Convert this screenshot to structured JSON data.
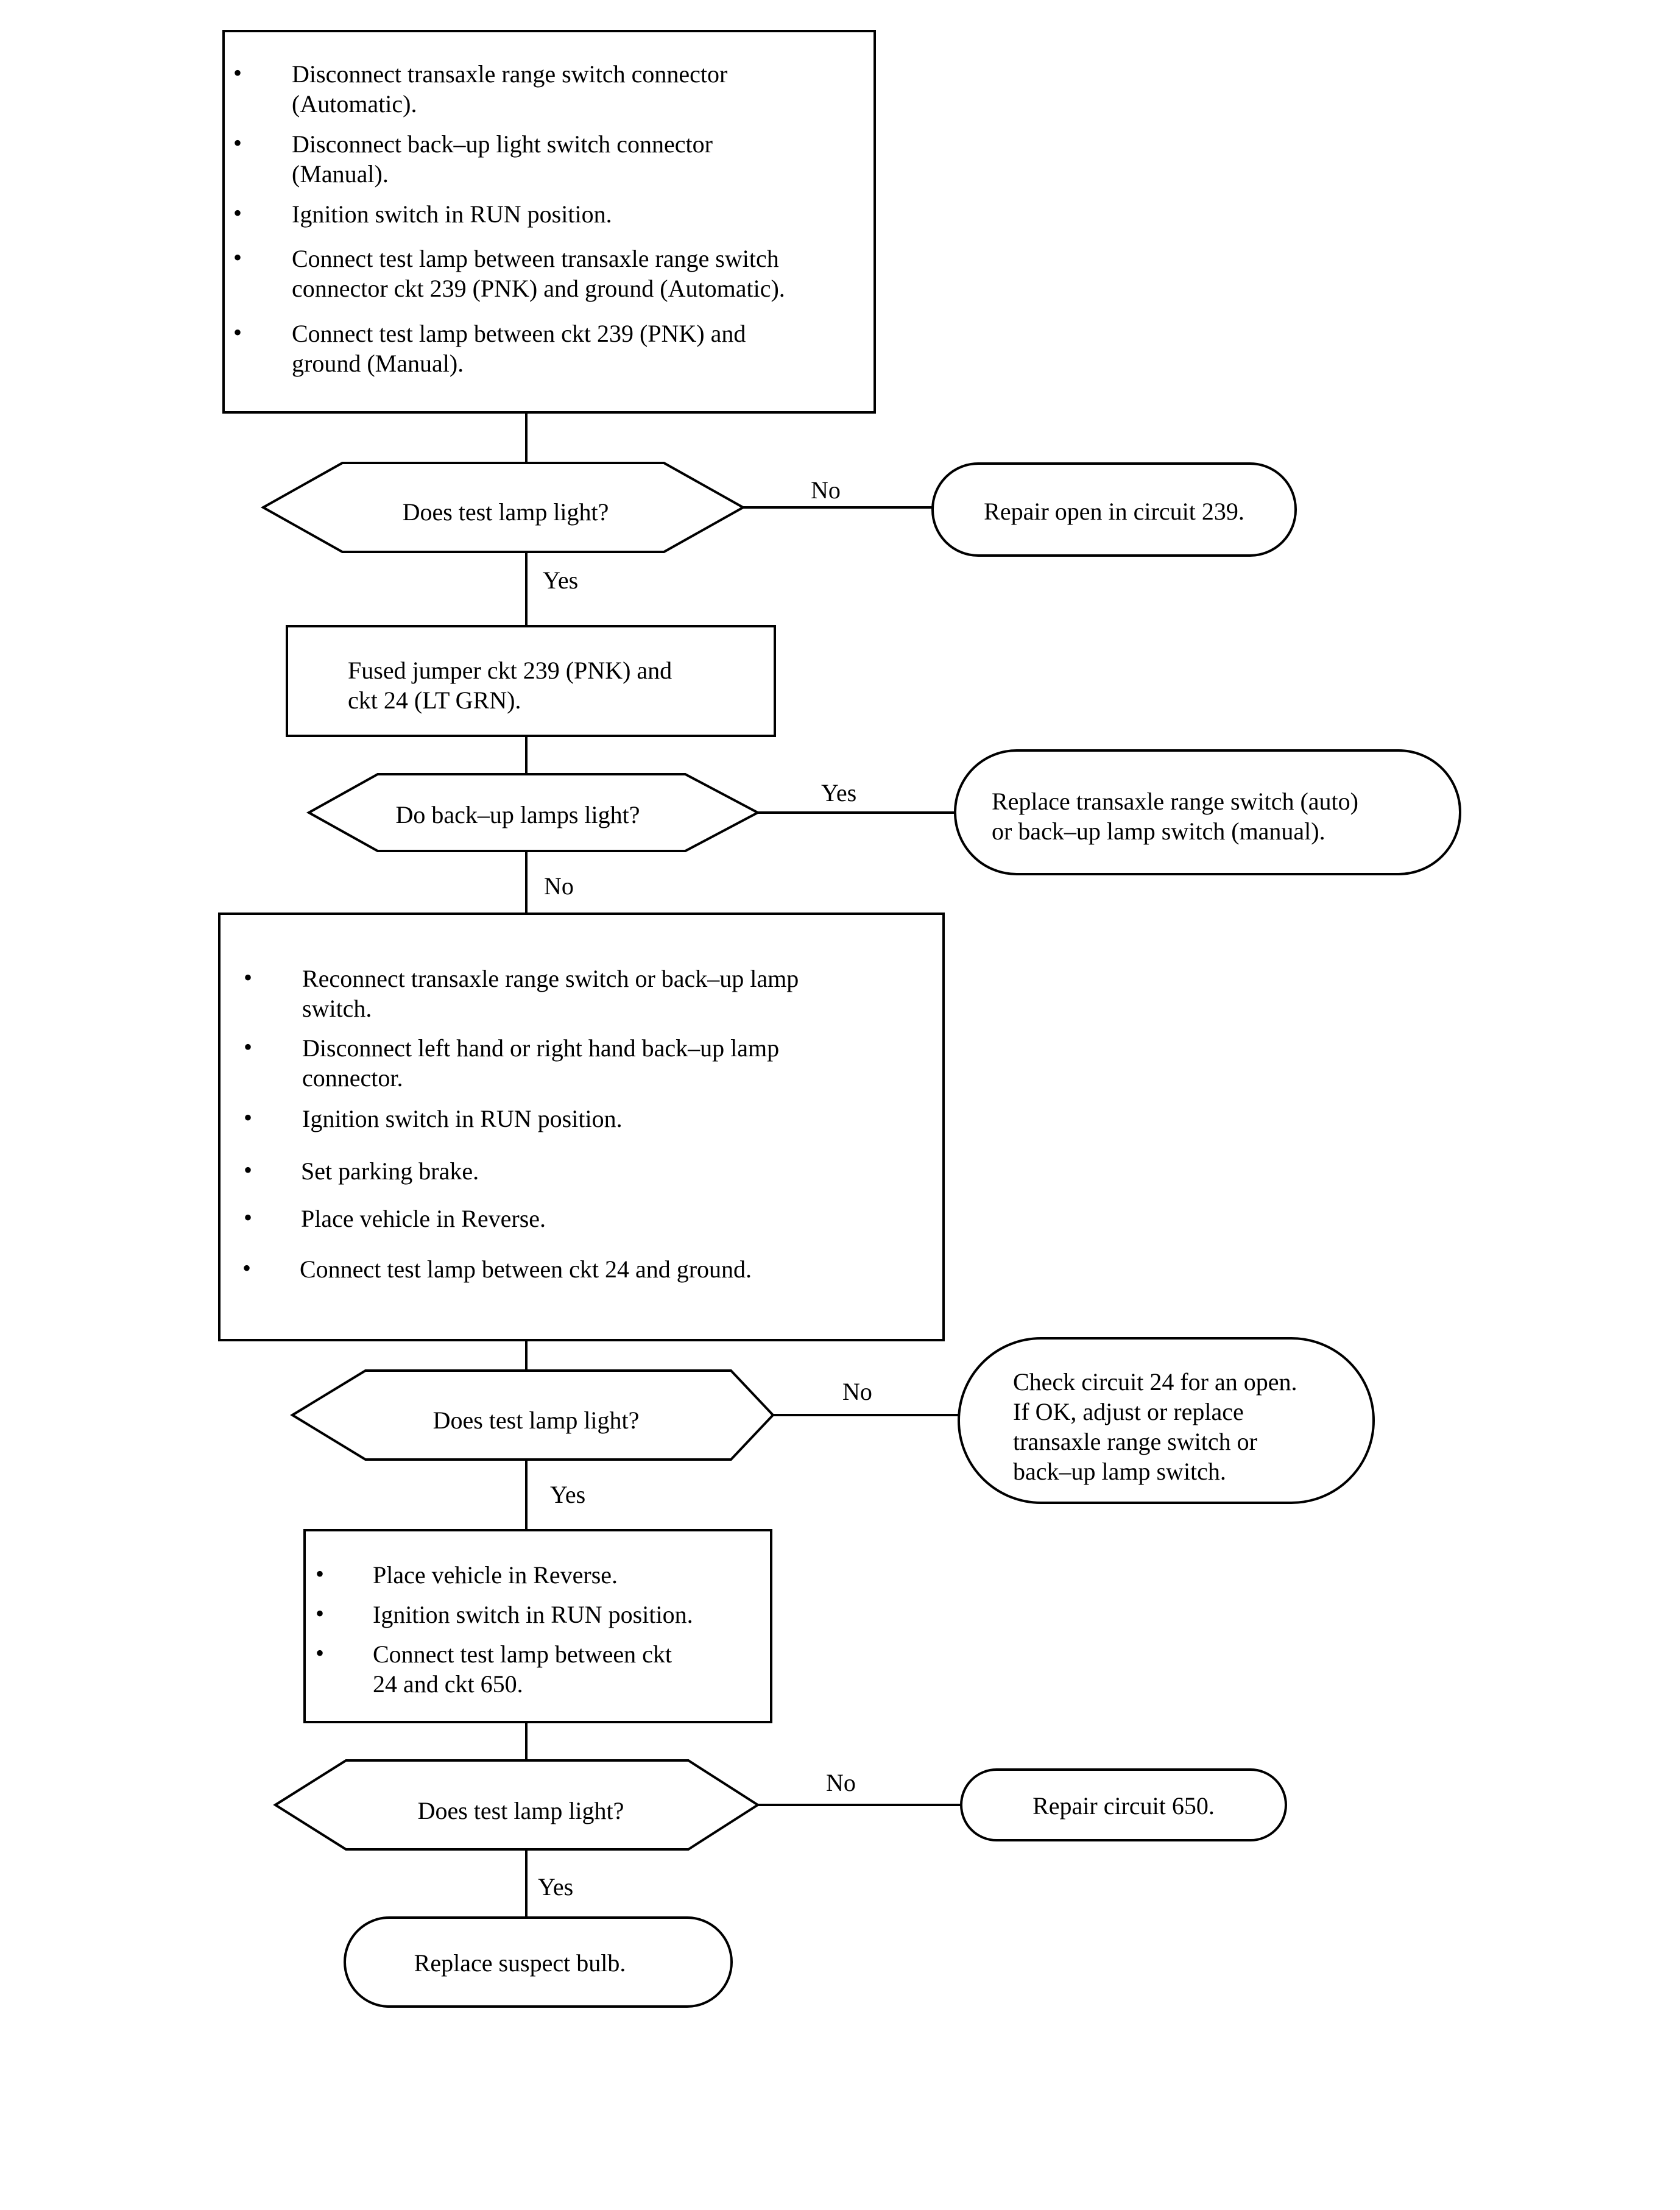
{
  "box1": {
    "bullets": [
      "Disconnect transaxle range switch connector\n(Automatic).",
      "Disconnect back–up light switch connector\n(Manual).",
      "Ignition switch in RUN position.",
      "Connect test lamp between transaxle range switch\nconnector ckt 239 (PNK) and ground (Automatic).",
      "Connect test lamp between ckt 239 (PNK) and\nground (Manual)."
    ]
  },
  "decision1": {
    "text": "Does test lamp light?",
    "no_label": "No",
    "yes_label": "Yes"
  },
  "end1": {
    "text": "Repair open in circuit 239."
  },
  "box2": {
    "text": "Fused jumper ckt 239 (PNK) and\nckt 24 (LT GRN)."
  },
  "decision2": {
    "text": "Do back–up lamps light?",
    "yes_label": "Yes",
    "no_label": "No"
  },
  "end2": {
    "text": "Replace transaxle range switch (auto)\nor back–up lamp switch (manual)."
  },
  "box3": {
    "bullets": [
      "Reconnect transaxle range switch or back–up lamp\nswitch.",
      "Disconnect left hand or right hand back–up lamp\nconnector.",
      "Ignition switch in RUN position.",
      "Set parking brake.",
      "Place vehicle in Reverse.",
      "Connect test lamp between ckt 24 and ground."
    ]
  },
  "decision3": {
    "text": "Does test lamp light?",
    "no_label": "No",
    "yes_label": "Yes"
  },
  "end3": {
    "text": "Check circuit 24 for an open.\nIf OK, adjust or replace\ntransaxle range switch or\nback–up lamp switch."
  },
  "box4": {
    "bullets": [
      "Place vehicle in Reverse.",
      "Ignition switch in RUN position.",
      "Connect test lamp between ckt\n24 and ckt 650."
    ]
  },
  "decision4": {
    "text": "Does test lamp light?",
    "no_label": "No",
    "yes_label": "Yes"
  },
  "end4": {
    "text": "Repair circuit 650."
  },
  "end5": {
    "text": "Replace suspect bulb."
  }
}
